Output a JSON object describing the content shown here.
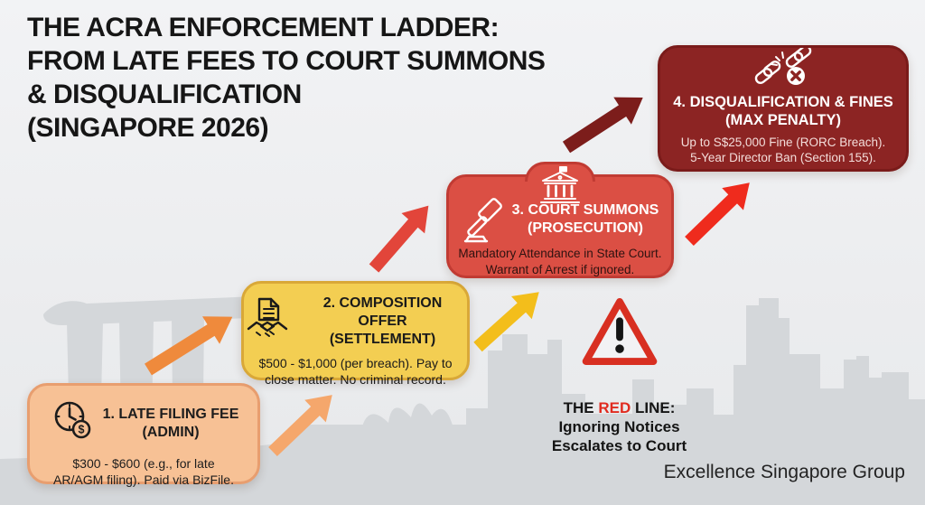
{
  "title": "THE ACRA ENFORCEMENT LADDER:\nFROM LATE FEES TO COURT SUMMONS\n& DISQUALIFICATION\n(SINGAPORE 2026)",
  "steps": [
    {
      "title": "1. LATE FILING FEE\n(ADMIN)",
      "body": "$300 - $600 (e.g., for late\nAR/AGM filing). Paid via BizFile.",
      "icon": "clock-dollar-icon",
      "fill": "#F7C195",
      "border": "#E89E6F"
    },
    {
      "title": "2. COMPOSITION OFFER\n(SETTLEMENT)",
      "body": "$500 - $1,000 (per breach). Pay to\nclose matter. No criminal record.",
      "icon": "document-handshake-icon",
      "fill": "#F3CE52",
      "border": "#D9A838"
    },
    {
      "title": "3. COURT SUMMONS\n(PROSECUTION)",
      "body": "Mandatory Attendance in State Court.\nWarrant of Arrest if ignored.",
      "icon": "courthouse-icon",
      "icon2": "gavel-icon",
      "fill": "#DB4F44",
      "border": "#C13B33"
    },
    {
      "title": "4. DISQUALIFICATION & FINES\n(MAX PENALTY)",
      "body": "Up to S$25,000 Fine (RORC Breach).\n5-Year Director Ban (Section 155).",
      "icon": "broken-chain-icon",
      "fill": "#8C2423",
      "border": "#7A1B1A"
    }
  ],
  "warning": {
    "icon": "warning-triangle-icon",
    "prefix": "THE ",
    "highlight": "RED",
    "suffix": " LINE:",
    "lines": "Ignoring Notices\nEscalates to Court",
    "highlight_color": "#E02B20"
  },
  "footer": "Excellence Singapore Group",
  "colors": {
    "background": "#EDEFF1",
    "skyline": "#D4D7DA",
    "title_text": "#161616",
    "arrow_1": "#EF8A3C",
    "arrow_2": "#F5A76C",
    "arrow_3": "#E2453A",
    "arrow_4": "#F3BE1B",
    "arrow_5": "#7C1D1B",
    "arrow_6": "#EF2B1D",
    "warning_red": "#D82F21"
  }
}
